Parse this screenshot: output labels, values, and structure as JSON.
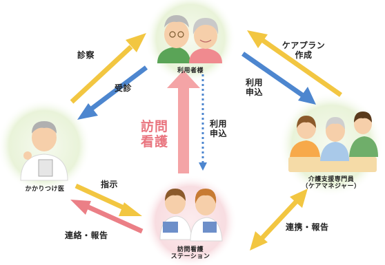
{
  "nodes": {
    "user": {
      "label": "利用者様"
    },
    "doctor": {
      "label": "かかりつけ医"
    },
    "care_manager": {
      "label_line1": "介護支援専門員",
      "label_line2": "（ケアマネジャー）"
    },
    "station": {
      "label_line1": "訪問看護",
      "label_line2": "ステーション"
    }
  },
  "edges": {
    "shinsatsu": "診察",
    "jushin": "受診",
    "care_plan_line1": "ケアプラン",
    "care_plan_line2": "作成",
    "riyou_moushikomi_line1": "利用",
    "riyou_moushikomi_line2": "申込",
    "center_riyou_line1": "利用",
    "center_riyou_line2": "申込",
    "houmon_kango_line1": "訪問",
    "houmon_kango_line2": "看護",
    "shiji": "指示",
    "renraku_houkoku": "連絡・報告",
    "renkei_houkoku": "連携・報告"
  },
  "colors": {
    "arrow_yellow": "#f2c641",
    "arrow_blue": "#4d86cf",
    "arrow_pink": "#eb7f86",
    "arrow_big_pink": "#f4a4a6",
    "circle_fill": "#e9f3d9",
    "station_circle_fill": "#f8dde1"
  },
  "icons": [
    "elderly-couple-icon",
    "doctor-icon",
    "care-team-icon",
    "nurses-icon"
  ]
}
